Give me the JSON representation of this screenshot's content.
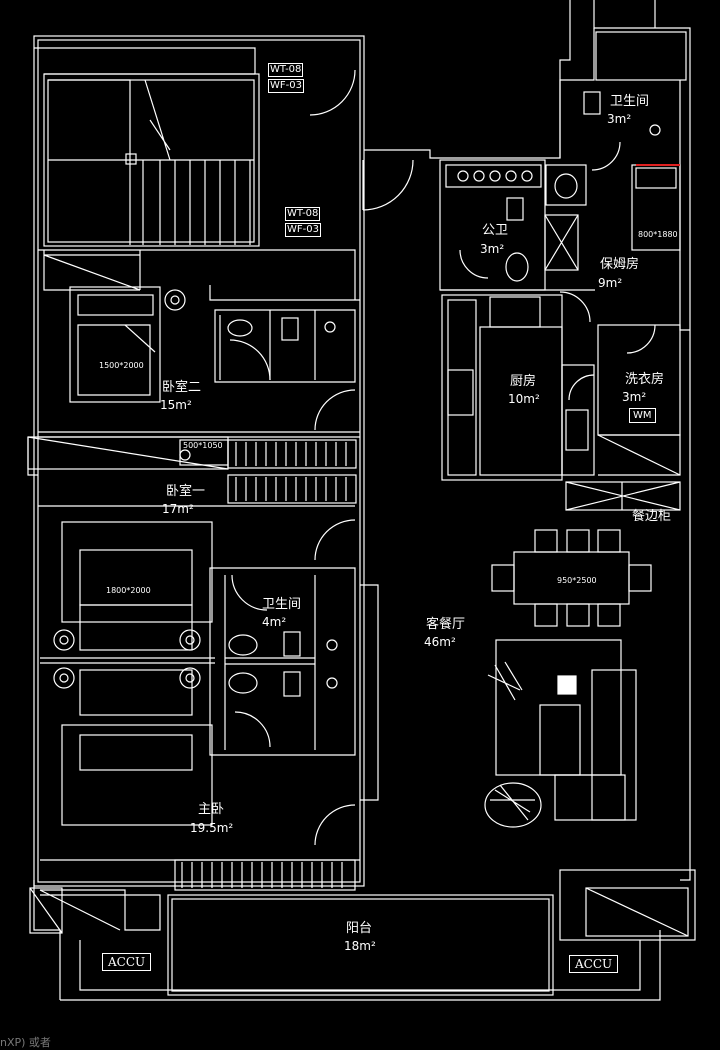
{
  "rooms": {
    "bath_top_right": {
      "name": "卫生间",
      "area": "3m²"
    },
    "nanny_room": {
      "name": "保姆房",
      "area": "9m²"
    },
    "public_bath": {
      "name": "公卫",
      "area": "3m²"
    },
    "bedroom2": {
      "name": "卧室二",
      "area": "15m²"
    },
    "kitchen": {
      "name": "厨房",
      "area": "10m²"
    },
    "laundry": {
      "name": "洗衣房",
      "area": "3m²"
    },
    "bedroom1": {
      "name": "卧室一",
      "area": "17m²"
    },
    "sideboard": {
      "name": "餐边柜"
    },
    "living_dining": {
      "name": "客餐厅",
      "area": "46m²"
    },
    "bath_middle": {
      "name": "卫生间",
      "area": "4m²"
    },
    "master_bedroom": {
      "name": "主卧",
      "area": "19.5m²"
    },
    "balcony": {
      "name": "阳台",
      "area": "18m²"
    }
  },
  "furniture": {
    "bed2": "1500*2000",
    "bed_master": "1800*2000",
    "desk": "500*1050",
    "nanny_bed": "800*1880",
    "dining_table": "950*2500",
    "washer": "WM"
  },
  "tags": {
    "wt_top": "WT-08",
    "wf_top": "WF-03",
    "wt_mid": "WT-08",
    "wf_mid": "WF-03"
  },
  "accu": {
    "left": "ACCU",
    "right": "ACCU"
  },
  "status_text": "nXP)  或者"
}
